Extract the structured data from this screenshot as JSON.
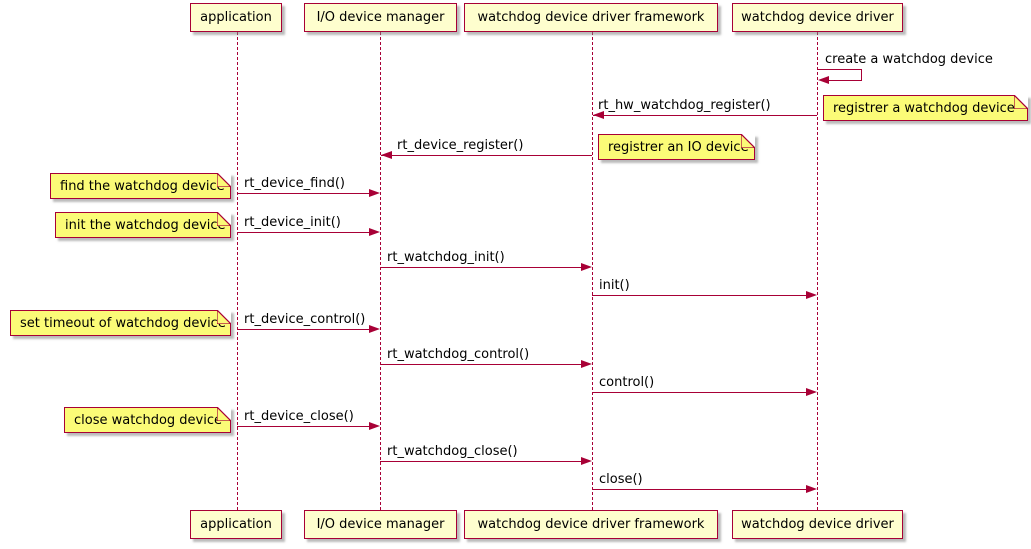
{
  "diagram": {
    "type": "sequence",
    "participants": [
      {
        "id": "application",
        "label": "application"
      },
      {
        "id": "io-device-manager",
        "label": "I/O device manager"
      },
      {
        "id": "watchdog-framework",
        "label": "watchdog device driver framework"
      },
      {
        "id": "watchdog-driver",
        "label": "watchdog device driver"
      }
    ],
    "messages": [
      {
        "label": "create a watchdog device",
        "from": "watchdog device driver",
        "to": "watchdog device driver",
        "kind": "self"
      },
      {
        "label": "rt_hw_watchdog_register()",
        "from": "watchdog device driver",
        "to": "watchdog device driver framework",
        "kind": "left"
      },
      {
        "label": "rt_device_register()",
        "from": "watchdog device driver framework",
        "to": "I/O device manager",
        "kind": "left"
      },
      {
        "label": "rt_device_find()",
        "from": "application",
        "to": "I/O device manager",
        "kind": "right"
      },
      {
        "label": "rt_device_init()",
        "from": "application",
        "to": "I/O device manager",
        "kind": "right"
      },
      {
        "label": "rt_watchdog_init()",
        "from": "I/O device manager",
        "to": "watchdog device driver framework",
        "kind": "right"
      },
      {
        "label": "init()",
        "from": "watchdog device driver framework",
        "to": "watchdog device driver",
        "kind": "right"
      },
      {
        "label": "rt_device_control()",
        "from": "application",
        "to": "I/O device manager",
        "kind": "right"
      },
      {
        "label": "rt_watchdog_control()",
        "from": "I/O device manager",
        "to": "watchdog device driver framework",
        "kind": "right"
      },
      {
        "label": "control()",
        "from": "watchdog device driver framework",
        "to": "watchdog device driver",
        "kind": "right"
      },
      {
        "label": "rt_device_close()",
        "from": "application",
        "to": "I/O device manager",
        "kind": "right"
      },
      {
        "label": "rt_watchdog_close()",
        "from": "I/O device manager",
        "to": "watchdog device driver framework",
        "kind": "right"
      },
      {
        "label": "close()",
        "from": "watchdog device driver framework",
        "to": "watchdog device driver",
        "kind": "right"
      }
    ],
    "notes": [
      {
        "label": "registrer a watchdog device",
        "attached_to": "watchdog device driver",
        "side": "right"
      },
      {
        "label": "registrer an IO device",
        "attached_to": "watchdog device driver framework",
        "side": "right"
      },
      {
        "label": "find the watchdog device",
        "attached_to": "application",
        "side": "left"
      },
      {
        "label": "init the watchdog device",
        "attached_to": "application",
        "side": "left"
      },
      {
        "label": "set timeout of watchdog device",
        "attached_to": "application",
        "side": "left"
      },
      {
        "label": "close watchdog device",
        "attached_to": "application",
        "side": "left"
      }
    ],
    "colors": {
      "participant_fill": "#FEFECE",
      "note_fill": "#FBFB77",
      "line": "#A80036",
      "text": "#000000",
      "background": "#FFFFFF"
    }
  }
}
